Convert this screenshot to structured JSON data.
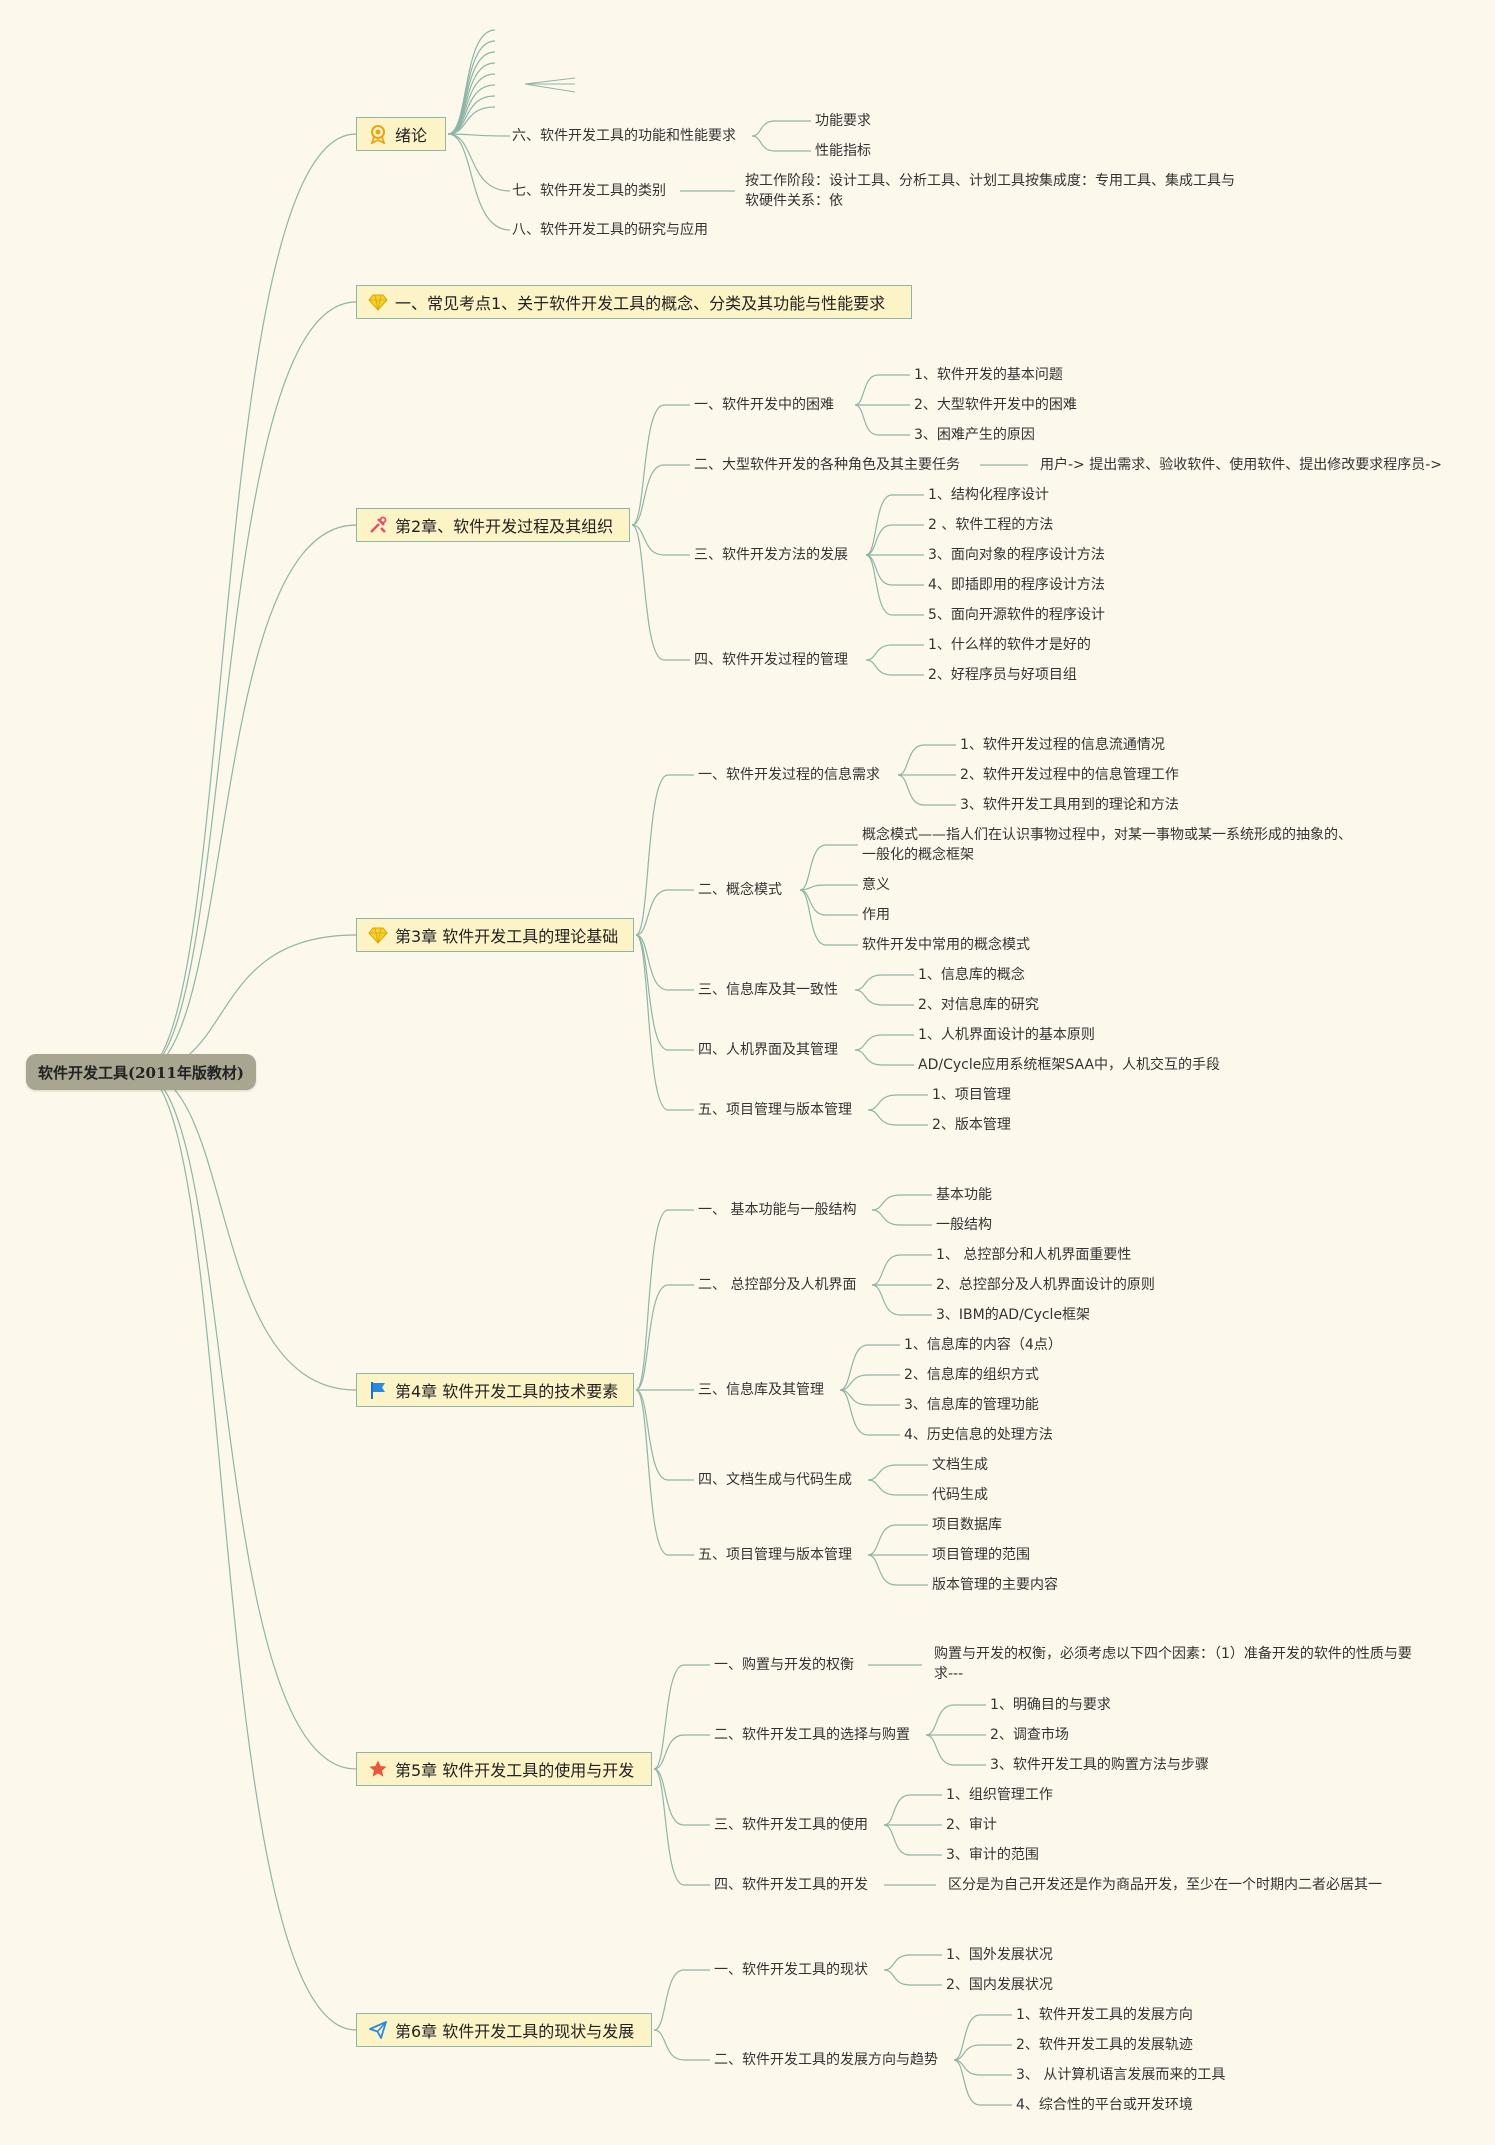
{
  "root": "软件开发工具(2011年版教材)",
  "ch0": {
    "title": "绪论",
    "icon": "award-icon",
    "s6": "六、软件开发工具的功能和性能要求",
    "s6_1": "功能要求",
    "s6_2": "性能指标",
    "s7": "七、软件开发工具的类别",
    "s7_1": "按工作阶段：设计工具、分析工具、计划工具按集成度：专用工具、集成工具与软硬件关系：依",
    "s8": "八、软件开发工具的研究与应用"
  },
  "ch1": {
    "title": "一、常见考点1、关于软件开发工具的概念、分类及其功能与性能要求",
    "icon": "diamond-icon"
  },
  "ch2": {
    "title": "第2章、软件开发过程及其组织",
    "icon": "tools-icon",
    "a": "一、软件开发中的困难",
    "a1": "1、软件开发的基本问题",
    "a2": "2、大型软件开发中的困难",
    "a3": "3、困难产生的原因",
    "b": "二、大型软件开发的各种角色及其主要任务",
    "b1": "用户-> 提出需求、验收软件、使用软件、提出修改要求程序员->",
    "c": "三、软件开发方法的发展",
    "c1": "1、结构化程序设计",
    "c2": "2 、软件工程的方法",
    "c3": "3、面向对象的程序设计方法",
    "c4": "4、即插即用的程序设计方法",
    "c5": "5、面向开源软件的程序设计",
    "d": "四、软件开发过程的管理",
    "d1": "1、什么样的软件才是好的",
    "d2": "2、好程序员与好项目组"
  },
  "ch3": {
    "title": "第3章 软件开发工具的理论基础",
    "icon": "diamond-icon",
    "a": "一、软件开发过程的信息需求",
    "a1": "1、软件开发过程的信息流通情况",
    "a2": "2、软件开发过程中的信息管理工作",
    "a3": "3、软件开发工具用到的理论和方法",
    "b": "二、概念模式",
    "b1": "概念模式——指人们在认识事物过程中，对某一事物或某一系统形成的抽象的、一般化的概念框架",
    "b2": "意义",
    "b3": "作用",
    "b4": "软件开发中常用的概念模式",
    "c": "三、信息库及其一致性",
    "c1": "1、信息库的概念",
    "c2": "2、对信息库的研究",
    "d": "四、人机界面及其管理",
    "d1": "1、人机界面设计的基本原则",
    "d2": "AD/Cycle应用系统框架SAA中，人机交互的手段",
    "e": "五、项目管理与版本管理",
    "e1": "1、项目管理",
    "e2": "2、版本管理"
  },
  "ch4": {
    "title": "第4章 软件开发工具的技术要素",
    "icon": "flag-icon",
    "a": "一、 基本功能与一般结构",
    "a1": "基本功能",
    "a2": "一般结构",
    "b": "二、 总控部分及人机界面",
    "b1": "1、 总控部分和人机界面重要性",
    "b2": "2、总控部分及人机界面设计的原则",
    "b3": "3、IBM的AD/Cycle框架",
    "c": "三、信息库及其管理",
    "c1": "1、信息库的内容（4点）",
    "c2": "2、信息库的组织方式",
    "c3": "3、信息库的管理功能",
    "c4": "4、历史信息的处理方法",
    "d": "四、文档生成与代码生成",
    "d1": "文档生成",
    "d2": "代码生成",
    "e": "五、项目管理与版本管理",
    "e1": "项目数据库",
    "e2": "项目管理的范围",
    "e3": "版本管理的主要内容"
  },
  "ch5": {
    "title": "第5章 软件开发工具的使用与开发",
    "icon": "star-icon",
    "a": "一、购置与开发的权衡",
    "a1": "购置与开发的权衡，必须考虑以下四个因素：（1）准备开发的软件的性质与要求---",
    "b": "二、软件开发工具的选择与购置",
    "b1": "1、明确目的与要求",
    "b2": "2、调查市场",
    "b3": "3、软件开发工具的购置方法与步骤",
    "c": "三、软件开发工具的使用",
    "c1": "1、组织管理工作",
    "c2": "2、审计",
    "c3": "3、审计的范围",
    "d": "四、软件开发工具的开发",
    "d1": "区分是为自己开发还是作为商品开发，至少在一个时期内二者必居其一"
  },
  "ch6": {
    "title": "第6章 软件开发工具的现状与发展",
    "icon": "paper-plane-icon",
    "a": "一、软件开发工具的现状",
    "a1": "1、国外发展状况",
    "a2": "2、国内发展状况",
    "b": "二、软件开发工具的发展方向与趋势",
    "b1": "1、软件开发工具的发展方向",
    "b2": "2、软件开发工具的发展轨迹",
    "b3": "3、 从计算机语言发展而来的工具",
    "b4": "4、综合性的平台或开发环境"
  },
  "colors": {
    "background": "#fdf8ec",
    "link": "#8fb5a6",
    "root_fill": "#a8a591",
    "main_fill": "#fcf3c6"
  }
}
